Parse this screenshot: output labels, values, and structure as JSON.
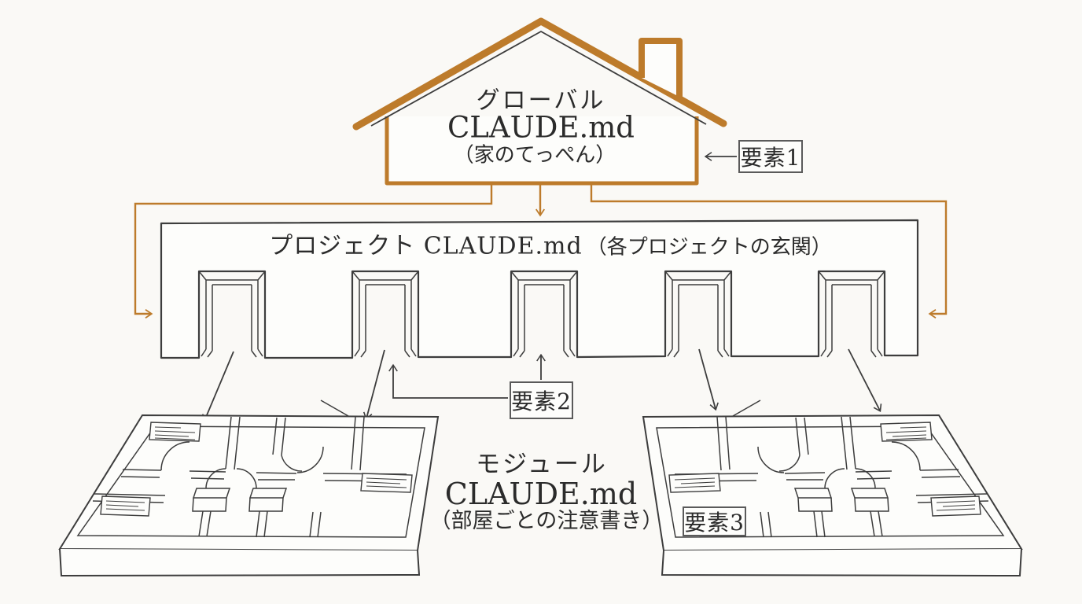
{
  "palette": {
    "background": "#faf9f6",
    "line": "#3d3d3d",
    "accent_orange": "#bd7b2b",
    "text": "#2b2b2b"
  },
  "house": {
    "line1": "グローバル",
    "line2": "CLAUDE.md",
    "line3": "（家のてっぺん）"
  },
  "project_band": {
    "label_main": "プロジェクト CLAUDE.md",
    "label_paren": "（各プロジェクトの玄関）",
    "door_count": "5"
  },
  "module": {
    "line1": "モジュール",
    "line2": "CLAUDE.md",
    "line3": "（部屋ごとの注意書き）"
  },
  "callouts": {
    "element1": "要素1",
    "element2": "要素2",
    "element3": "要素3"
  }
}
